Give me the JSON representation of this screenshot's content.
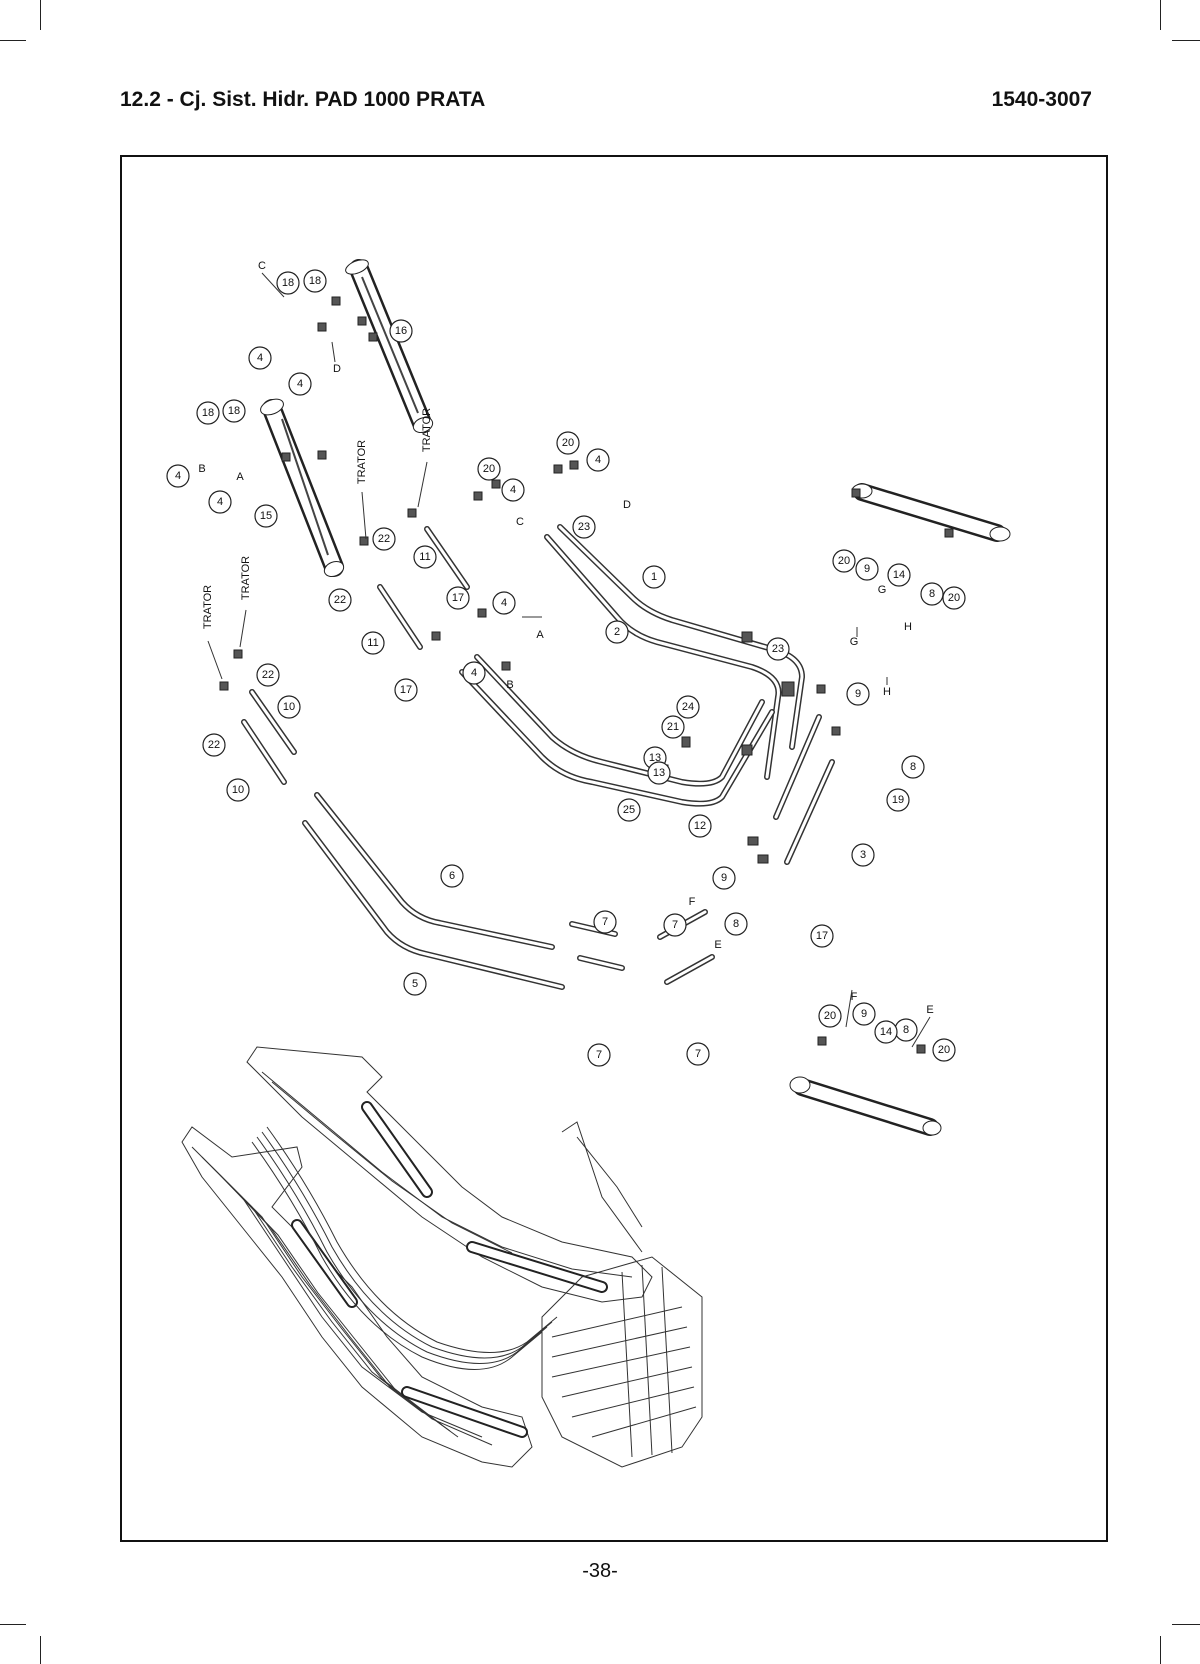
{
  "header": {
    "title": "12.2 - Cj. Sist. Hidr. PAD 1000 PRATA",
    "code": "1540-3007"
  },
  "footer": {
    "page_number": "-38-"
  },
  "diagram": {
    "connection_labels": [
      "A",
      "B",
      "C",
      "D",
      "E",
      "F",
      "G",
      "H"
    ],
    "tractor_label": "TRATOR",
    "callouts": {
      "c1": "1",
      "c2": "2",
      "c3": "3",
      "c4a": "4",
      "c4b": "4",
      "c4c": "4",
      "c4d": "4",
      "c4e": "4",
      "c4f": "4",
      "c4g": "4",
      "c4h": "4",
      "c5": "5",
      "c6": "6",
      "c7a": "7",
      "c7b": "7",
      "c7c": "7",
      "c7d": "7",
      "c8a": "8",
      "c8b": "8",
      "c8c": "8",
      "c8d": "8",
      "c9a": "9",
      "c9b": "9",
      "c9c": "9",
      "c9d": "9",
      "c10a": "10",
      "c10b": "10",
      "c11a": "11",
      "c11b": "11",
      "c12": "12",
      "c13a": "13",
      "c13b": "13",
      "c14a": "14",
      "c14b": "14",
      "c15": "15",
      "c16": "16",
      "c17a": "17",
      "c17b": "17",
      "c17c": "17",
      "c18a": "18",
      "c18b": "18",
      "c18c": "18",
      "c18d": "18",
      "c19": "19",
      "c20a": "20",
      "c20b": "20",
      "c20c": "20",
      "c20d": "20",
      "c20e": "20",
      "c20f": "20",
      "c21": "21",
      "c22a": "22",
      "c22b": "22",
      "c22c": "22",
      "c22d": "22",
      "c23a": "23",
      "c23b": "23",
      "c24": "24",
      "c25": "25"
    }
  }
}
